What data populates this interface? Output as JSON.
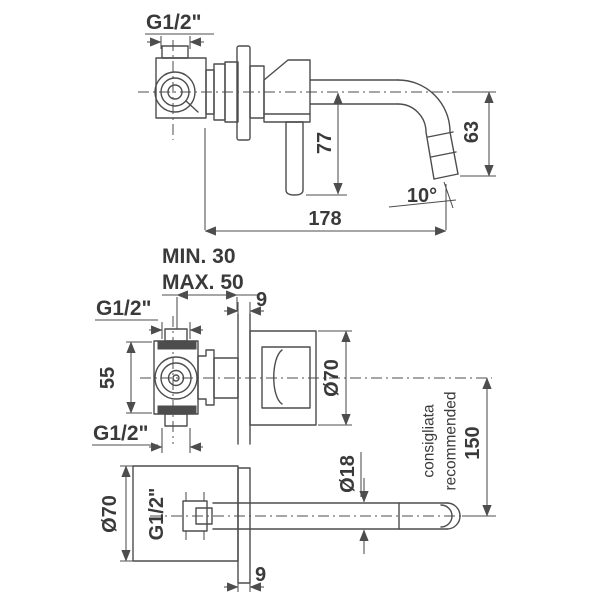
{
  "drawing_type": "faucet-installation-technical-drawing",
  "colors": {
    "background": "#ffffff",
    "line": "#4d4d4d",
    "text": "#3a3a3a"
  },
  "labels": {
    "side": {
      "inlet_thread": "G1/2\"",
      "spout_drop": "63",
      "spout_angle": "10°",
      "lever_length": "77",
      "total_depth": "178",
      "recess_min": "MIN. 30",
      "recess_max": "MAX. 50"
    },
    "front": {
      "top_thread": "G1/2\"",
      "body_height": "55",
      "bottom_thread": "G1/2\"",
      "plate_thickness": "9",
      "plate_diameter": "Ø70"
    },
    "bottom": {
      "plate_diameter": "Ø70",
      "spout_thread": "G1/2\"",
      "spout_diameter": "Ø18",
      "plate_thickness": "9",
      "spout_spacing": "150",
      "spacing_note_it": "consigliata",
      "spacing_note_en": "recommended"
    }
  }
}
